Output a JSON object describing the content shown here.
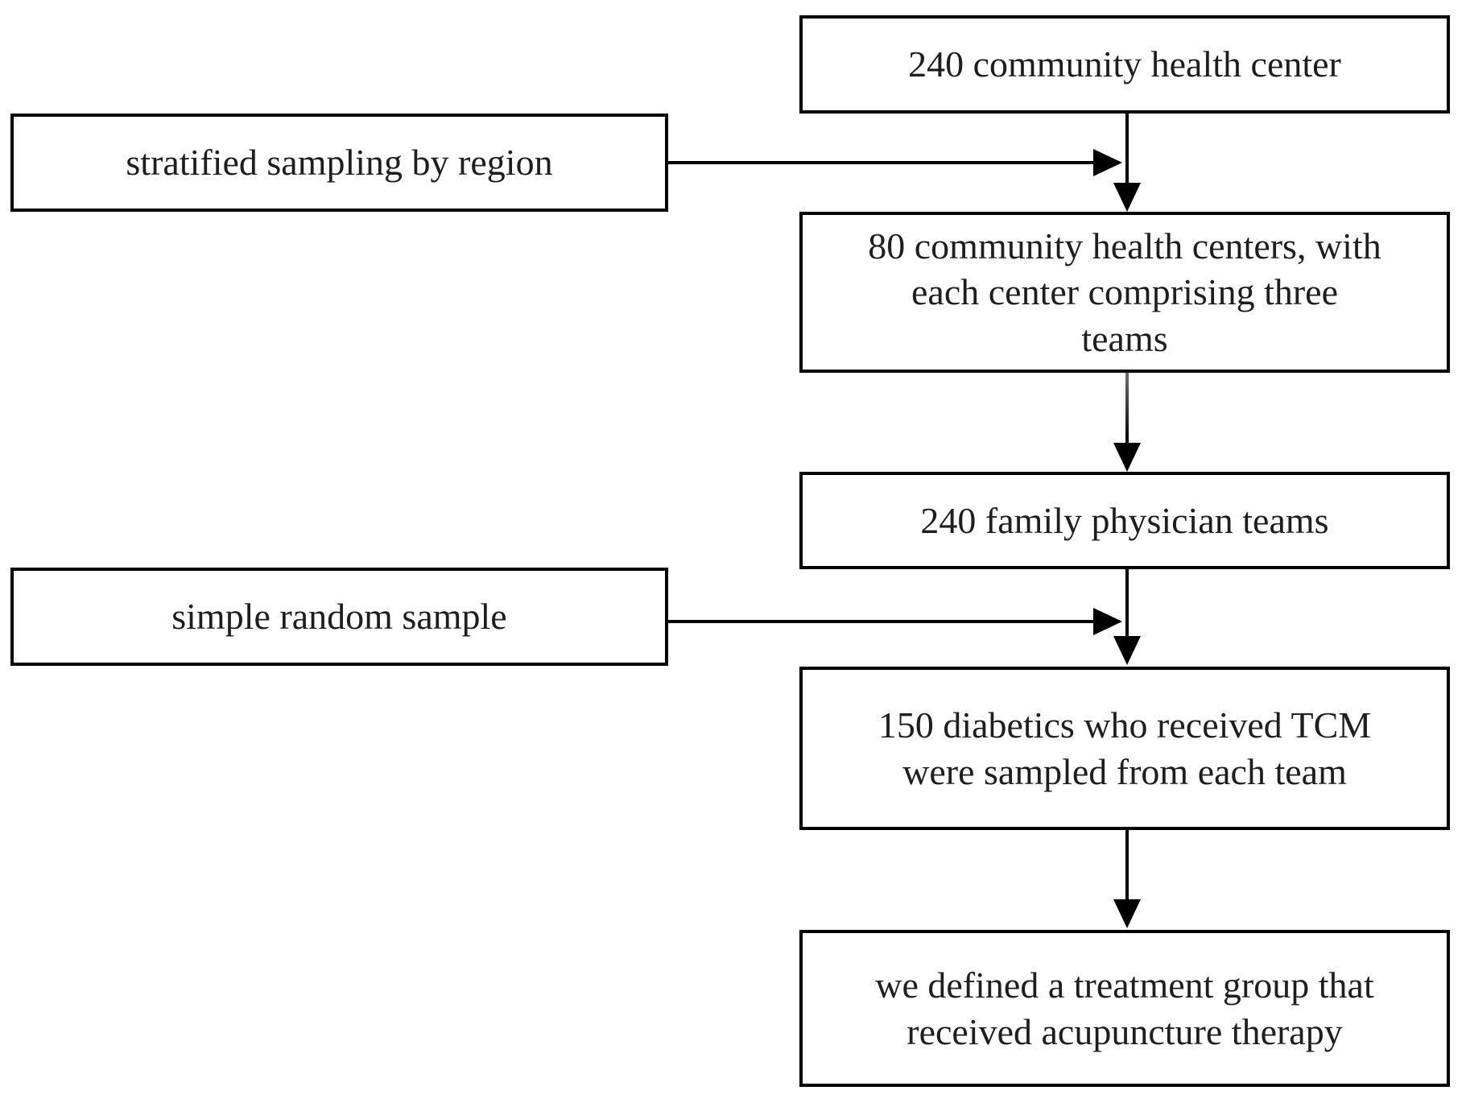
{
  "diagram": {
    "type": "flowchart",
    "nodes": {
      "community_centers": {
        "label": "240 community health center"
      },
      "stratified_sampling": {
        "label": "stratified sampling by region"
      },
      "sampled_centers": {
        "label": "80 community health centers, with\neach center comprising three\nteams"
      },
      "physician_teams": {
        "label": "240 family physician teams"
      },
      "simple_random_sample": {
        "label": "simple random sample"
      },
      "diabetics_sampled": {
        "label": "150 diabetics who received TCM\nwere sampled from each team"
      },
      "treatment_group": {
        "label": "we defined a treatment group that\nreceived acupuncture therapy"
      }
    },
    "colors": {
      "border": "#000000",
      "connector": "#000000",
      "text": "#1e1e1e",
      "background": "#ffffff"
    }
  }
}
